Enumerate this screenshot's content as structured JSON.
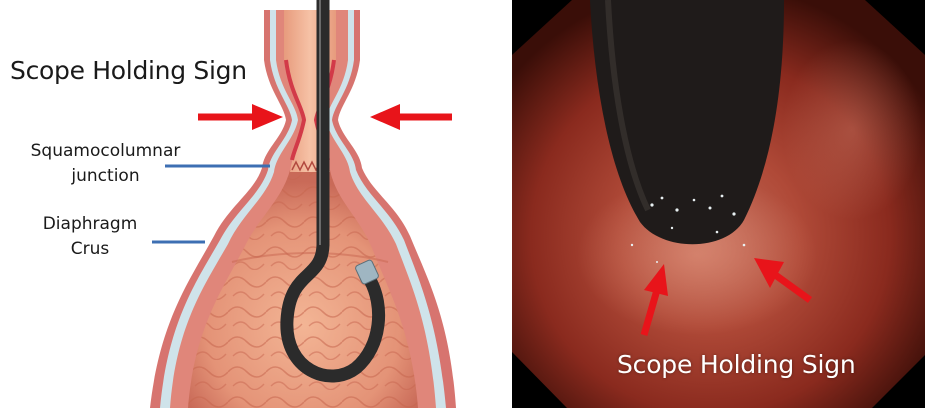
{
  "diagram": {
    "title": "Scope Holding Sign",
    "labels": {
      "squamocolumnar_line1": "Squamocolumnar",
      "squamocolumnar_line2": "junction",
      "diaphragm_line1": "Diaphragm",
      "diaphragm_line2": "Crus"
    }
  },
  "photo": {
    "caption": "Scope Holding Sign"
  },
  "colors": {
    "arrow": "#e8141a",
    "leader_line": "#3d6fb3",
    "mucosa": "#e8a07c",
    "wall": "#c9666a",
    "scope": "#2b2b2b",
    "lumen_bg": "#8a2a1e"
  }
}
